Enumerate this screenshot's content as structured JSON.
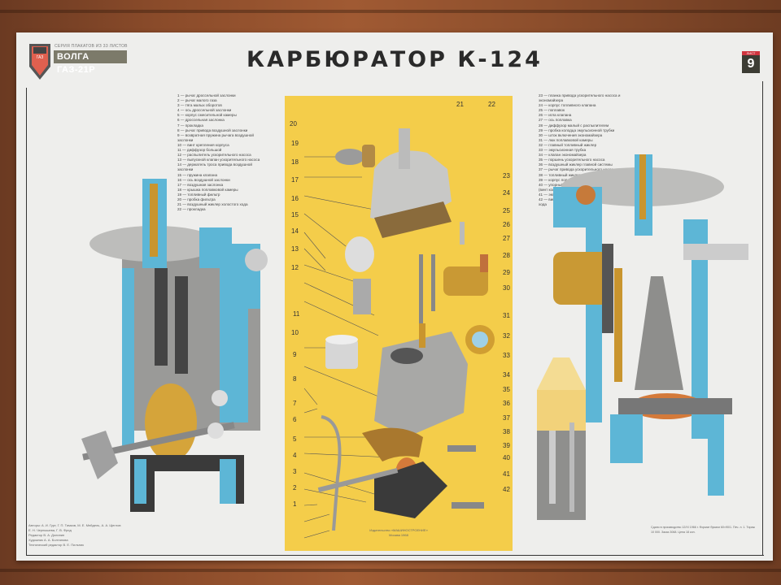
{
  "poster": {
    "series_text": "СЕРИЯ ПЛАКАТОВ ИЗ 33 ЛИСТОВ",
    "brand": "ВОЛГА ГАЗ-21Р",
    "logo_emblem_text": "ГАЗ",
    "title": "КАРБЮРАТОР К-124",
    "sheet_label": "ЛИСТ",
    "sheet_number": "9"
  },
  "legend_left": [
    "1 — рычаг дроссельной заслонки",
    "2 — рычаг малого газа",
    "3 — тяга малых оборотов",
    "4 — ось дроссельной заслонки",
    "5 — корпус смесительной камеры",
    "6 — дроссельная заслонка",
    "7 — прокладка",
    "8 — рычаг привода воздушной заслонки",
    "9 — возвратная пружина рычага воздушной",
    "      заслонки",
    "10 — винт крепления корпуса",
    "11 — диффузор большой",
    "12 — распылитель ускорительного насоса",
    "13 — выпускной клапан ускорительного насоса",
    "14 — держатель троса привода воздушной",
    "      заслонки",
    "15 — пружина клапана",
    "16 — ось воздушной заслонки",
    "17 — воздушная заслонка",
    "18 — крышка поплавковой камеры",
    "19 — топливный фильтр",
    "20 — пробка фильтра",
    "21 — воздушный жиклер холостого хода",
    "22 — прокладка"
  ],
  "legend_right": [
    "23 — планка привода ускорительного насоса и",
    "      экономайзера",
    "24 — корпус топливного клапана",
    "25 — поплавок",
    "26 — игла клапана",
    "27 — ось поплавка",
    "28 — диффузор малый с распылителем",
    "29 — пробка колодца эмульсионной трубки",
    "30 — шток включения экономайзера",
    "31 — люк поплавковой камеры",
    "32 — главный топливный жиклер",
    "33 — эмульсионная трубка",
    "34 — клапан экономайзера",
    "35 — поршень ускорительного насоса",
    "36 — воздушный жиклер главной системы",
    "37 — рычаг привода ускорительного насоса",
    "38 — топливный жиклер холостого хода",
    "39 — корпус поплавковой камеры",
    "40 — упорный винт регулировки холостого хода",
    "      (винт количества смеси)",
    "41 — эмульсионный жиклер холостого хода",
    "42 — винт регулировки качества смеси холостого",
    "      хода"
  ],
  "callouts_left": [
    "20",
    "19",
    "18",
    "17",
    "16",
    "15",
    "14",
    "13",
    "12",
    "11",
    "10",
    "9",
    "8",
    "7",
    "6",
    "5",
    "4",
    "3",
    "2",
    "1"
  ],
  "callouts_right": [
    "23",
    "24",
    "25",
    "26",
    "27",
    "28",
    "29",
    "30",
    "31",
    "32",
    "33",
    "34",
    "35",
    "36",
    "37",
    "38",
    "39",
    "40",
    "41",
    "42"
  ],
  "callouts_top": [
    "21",
    "22"
  ],
  "footer": {
    "authors_line1": "Авторы: А. И. Гурт, Г. П. Тимков, М. Е. Мейдель, А. А. Щеглов",
    "authors_line2": "Е. Н. Чернышева, Г. В. Фрид",
    "editor": "Редактор В. А. Долинин",
    "artist": "Художник А. А. Болтанова",
    "tech_editor": "Технический редактор В. Е. Пильник",
    "publisher": "Издательство «МАШИНОСТРОЕНИЕ»",
    "city_year": "Москва 1968",
    "print_info": "Сдано в производство 12/XI 1966 г. Формат бумаги 60×90/1. Печ. л. 1. Тираж 10 000. Заказ 3068. Цена 18 коп."
  },
  "colors": {
    "poster_bg": "#eeeeec",
    "yellow_panel": "#f4cd4a",
    "section_blue": "#5db6d6",
    "brass": "#c9952e",
    "brand_band": "#7c7a6a",
    "sheet_red": "#d0343f",
    "sheet_dark": "#3c3c34",
    "wood": "#8a4b2a"
  }
}
